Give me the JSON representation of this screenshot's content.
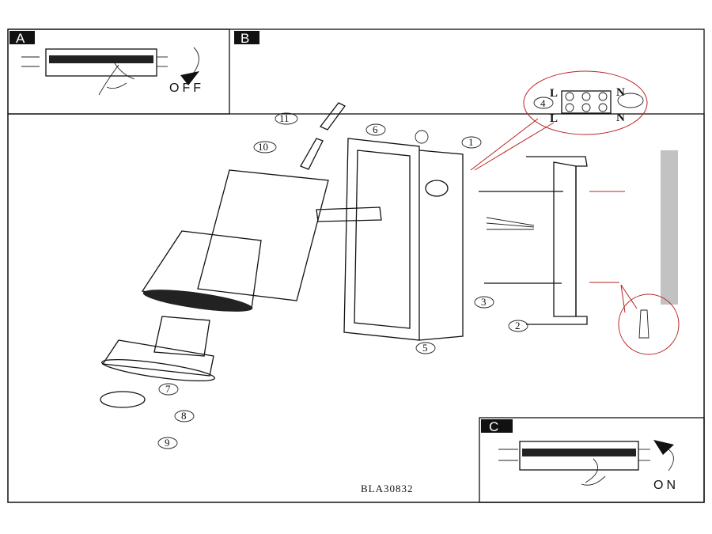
{
  "panels": {
    "a": {
      "tag": "A",
      "label": "OFF"
    },
    "b": {
      "tag": "B"
    },
    "c": {
      "tag": "C",
      "label": "ON"
    }
  },
  "steps": [
    "1",
    "2",
    "3",
    "4",
    "5",
    "6",
    "7",
    "8",
    "9",
    "10",
    "11"
  ],
  "terminal": {
    "live_top": "L",
    "neutral_top": "N",
    "live_bottom": "L",
    "neutral_bottom": "N"
  },
  "part_code": "BLA30832"
}
